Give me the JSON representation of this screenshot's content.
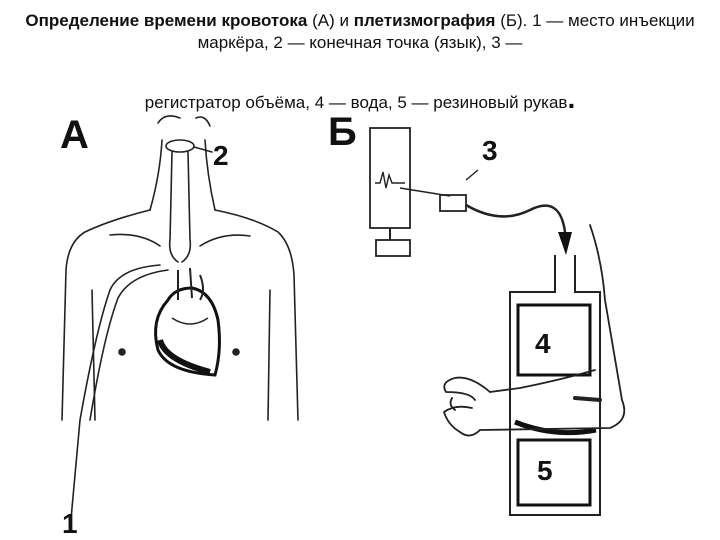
{
  "caption": {
    "part1_bold": "Определение времени кровотока",
    "part1_regular": " (А) и ",
    "part2_bold": "плетизмография",
    "part2_regular": " (Б). 1 — место инъекции маркёра, 2 — конечная точка (язык), 3 —",
    "line3": "регистратор объёма, 4 — вода, 5 — резиновый рукав",
    "line3_dot": "."
  },
  "labels": {
    "panel_a": "А",
    "panel_b": "Б",
    "n1": "1",
    "n2": "2",
    "n3": "3",
    "n4": "4",
    "n5": "5"
  }
}
